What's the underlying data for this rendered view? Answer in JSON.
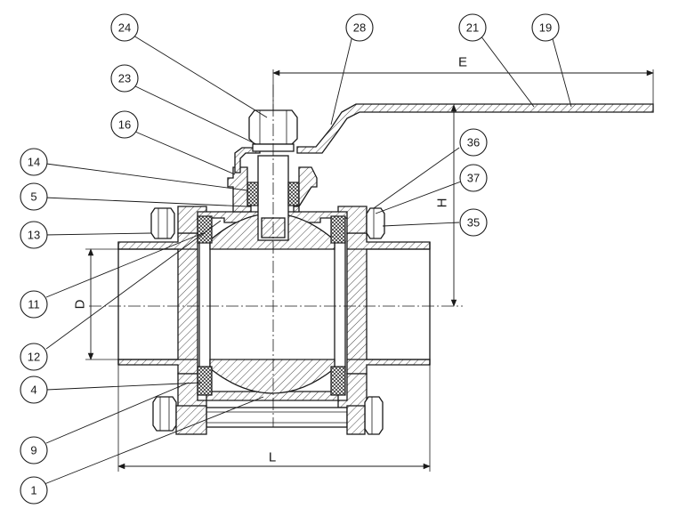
{
  "callouts": [
    {
      "id": "24",
      "label": "24"
    },
    {
      "id": "28",
      "label": "28"
    },
    {
      "id": "21",
      "label": "21"
    },
    {
      "id": "19",
      "label": "19"
    },
    {
      "id": "23",
      "label": "23"
    },
    {
      "id": "16",
      "label": "16"
    },
    {
      "id": "14",
      "label": "14"
    },
    {
      "id": "5",
      "label": "5"
    },
    {
      "id": "13",
      "label": "13"
    },
    {
      "id": "11",
      "label": "11"
    },
    {
      "id": "12",
      "label": "12"
    },
    {
      "id": "4",
      "label": "4"
    },
    {
      "id": "9",
      "label": "9"
    },
    {
      "id": "1",
      "label": "1"
    },
    {
      "id": "36",
      "label": "36"
    },
    {
      "id": "37",
      "label": "37"
    },
    {
      "id": "35",
      "label": "35"
    }
  ],
  "dimensions": {
    "E": "E",
    "H": "H",
    "D": "D",
    "L": "L"
  },
  "colors": {
    "line": "#1a1a1a",
    "background": "#ffffff"
  }
}
